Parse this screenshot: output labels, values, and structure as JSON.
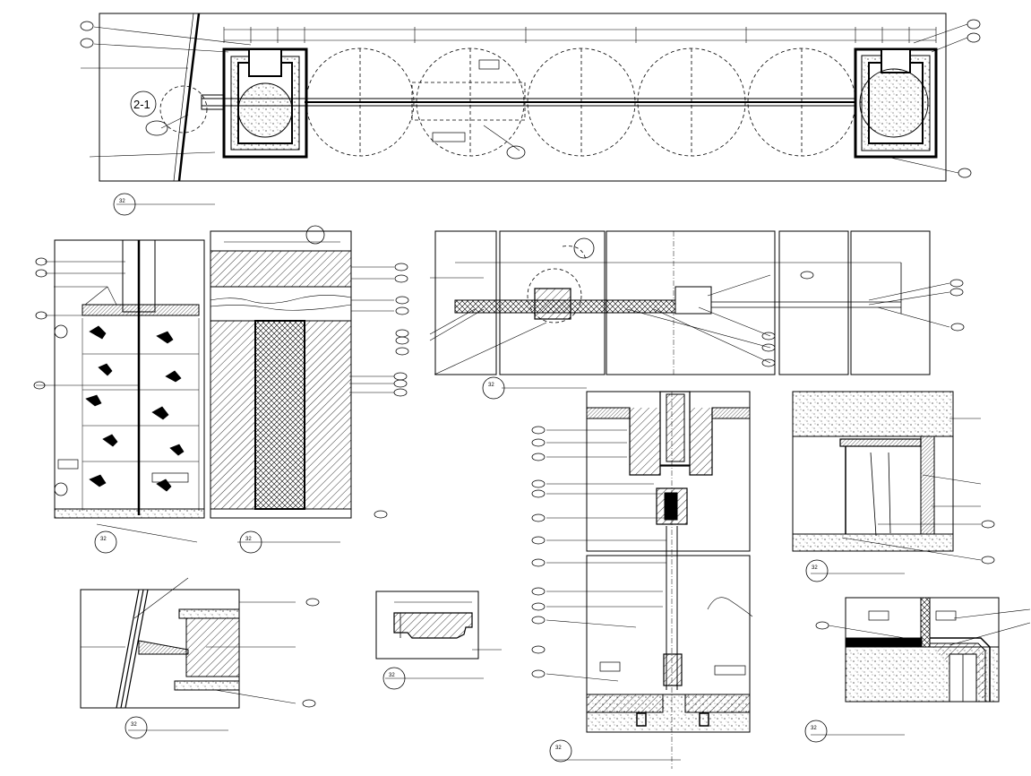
{
  "plan": {
    "section_mark": "2-1"
  },
  "titles": [
    {
      "id": "t-plan",
      "num": "32"
    },
    {
      "id": "t-elev-a",
      "num": "32"
    },
    {
      "id": "t-elev-b",
      "num": "32"
    },
    {
      "id": "t-strip",
      "num": "32"
    },
    {
      "id": "t-vsec",
      "num": "32"
    },
    {
      "id": "t-r1",
      "num": "32"
    },
    {
      "id": "t-r2",
      "num": "32"
    },
    {
      "id": "t-bl",
      "num": "32"
    },
    {
      "id": "t-prof",
      "num": "32"
    }
  ]
}
